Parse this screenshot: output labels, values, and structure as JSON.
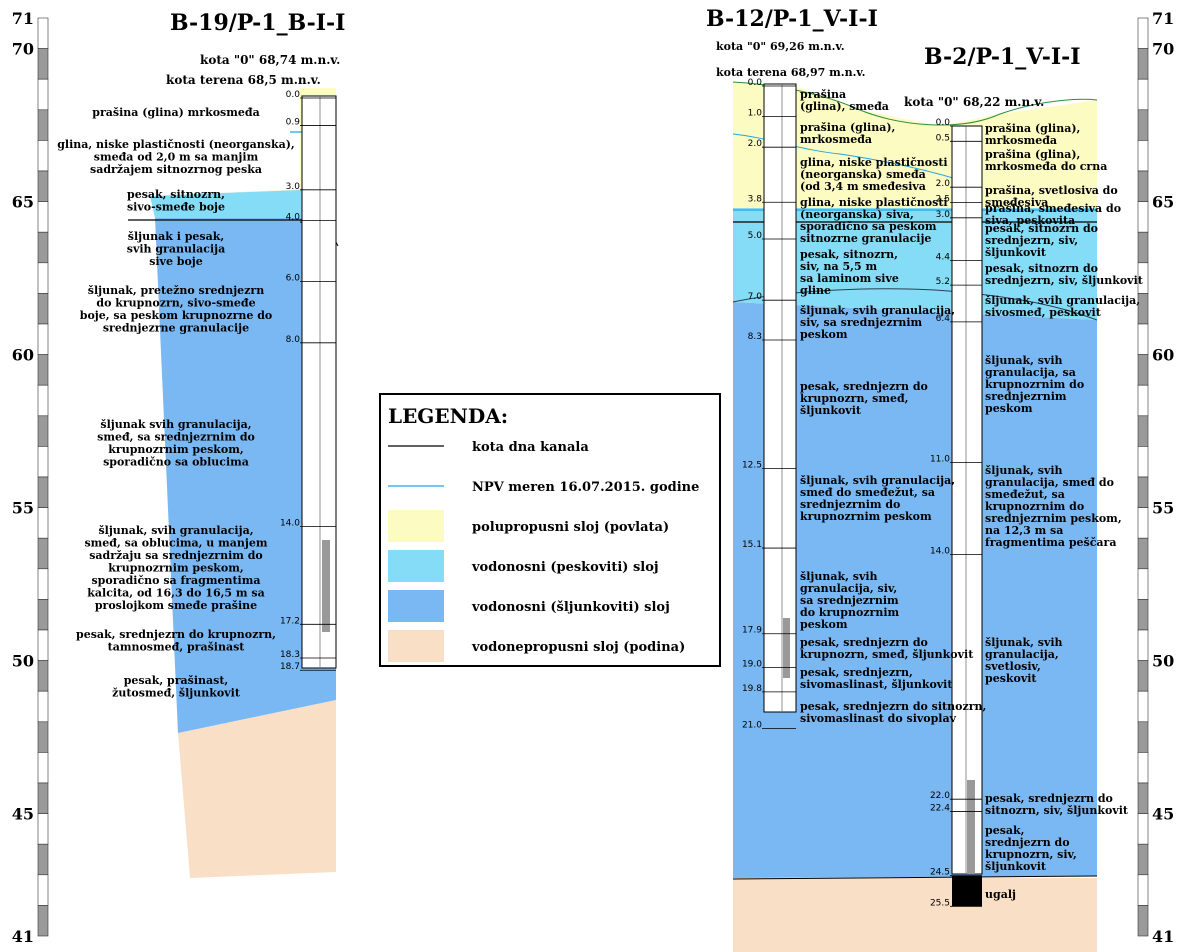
{
  "colors": {
    "clay": "#fbfbc2",
    "sand": "#85dcf7",
    "gravel": "#7ab8f4",
    "bedrock": "#fadfc7",
    "canal_line": "#000000",
    "water_line": "#1ea7e8"
  },
  "scale_left": {
    "labels": [
      "71",
      "70",
      "65",
      "60",
      "55",
      "50",
      "45",
      "41"
    ]
  },
  "scale_right": {
    "labels": [
      "71",
      "70",
      "65",
      "60",
      "55",
      "50",
      "45",
      "41"
    ]
  },
  "bh1": {
    "title": "B-19/P-1_B-I-I",
    "zero_level": "kota \"0\" 68,74 m.n.v.",
    "terrain_level": "kota terena 68,5 m.n.v.",
    "depths": [
      "0.0",
      "0.9",
      "3.0",
      "4.0",
      "6.0",
      "8.0",
      "14.0",
      "17.2",
      "18.3",
      "18.7"
    ],
    "descriptions": [
      [
        "prašina (glina) mrkosmeđa"
      ],
      [
        "glina, niske plastičnosti (neorganska),",
        "smeđa od 2,0 m sa manjim",
        "sadržajem sitnozrnog peska"
      ],
      [
        "pesak, sitnozrn,",
        "sivo-smeđe boje"
      ],
      [
        "šljunak i pesak,",
        "svih granulacija",
        "sive boje"
      ],
      [
        "šljunak, pretežno srednjezrn",
        "do krupnozrn, sivo-smeđe",
        "boje, sa peskom krupnozrne do",
        "srednjezrne granulacije"
      ],
      [
        "šljunak svih granulacija,",
        "smeđ, sa srednjezrnim do",
        "krupnozrnim peskom,",
        "sporadično sa oblucima"
      ],
      [
        "šljunak, svih granulacija,",
        "smeđ, sa oblucima, u manjem",
        "sadržaju sa srednjezrnim do",
        "krupnozrnim peskom,",
        "sporadično sa fragmentima",
        "kalcita, od 16,3 do 16,5 m sa",
        "proslojkom smeđe prašine"
      ],
      [
        "pesak, srednjezrn do krupnozrn,",
        "tamnosmeđ, prašinast"
      ],
      [
        "pesak, prašinast,",
        "žutosmeđ, šljunkovit"
      ]
    ]
  },
  "bh2": {
    "title": "B-12/P-1_V-I-I",
    "zero_level": "kota \"0\" 69,26 m.n.v.",
    "terrain_level": "kota terena  68,97 m.n.v.",
    "depths": [
      "0.0",
      "1.0",
      "2.0",
      "3.8",
      "5.0",
      "7.0",
      "8.3",
      "12.5",
      "15.1",
      "17.9",
      "19.0",
      "19.8",
      "21.0"
    ],
    "descriptions": [
      [
        "prašina",
        "(glina), smeđa"
      ],
      [
        "prašina (glina),",
        "mrkosmeđa"
      ],
      [
        "glina, niske plastičnosti",
        "(neorganska) smeđa",
        "(od 3,4 m smeđesiva"
      ],
      [
        "glina, niske plastičnosti",
        "(neorganska) siva,",
        "sporadično sa peskom",
        "sitnozrne granulacije"
      ],
      [
        "pesak, sitnozrn,",
        "siv, na 5,5 m",
        "sa laminom sive",
        "gline"
      ],
      [
        "šljunak, svih granulacija,",
        "siv, sa srednjezrnim",
        "peskom"
      ],
      [
        "pesak, srednjezrn do",
        "krupnozrn, smeđ,",
        "šljunkovit"
      ],
      [
        "šljunak, svih granulacija,",
        "smeđ do smeđežut, sa",
        "srednjezrnim do",
        "krupnozrnim peskom"
      ],
      [
        "šljunak, svih",
        "granulacija, siv,",
        "sa srednjezrnim",
        "do krupnozrnim",
        "peskom"
      ],
      [
        "pesak, srednjezrn do",
        "krupnozrn, smeđ, šljunkovit"
      ],
      [
        "pesak, srednjezrn,",
        "sivomaslinast, šljunkovit"
      ],
      [
        "pesak, srednjezrn do sitnozrn,",
        "sivomaslinast do sivoplav"
      ]
    ]
  },
  "bh3": {
    "title": "B-2/P-1_V-I-I",
    "zero_level": "kota \"0\" 68,22 m.n.v.",
    "depths": [
      "0.0",
      "0.5",
      "2.0",
      "2.5",
      "3.0",
      "4.4",
      "5.2",
      "6.4",
      "11.0",
      "14.0",
      "22.0",
      "22.4",
      "24.5",
      "25.5"
    ],
    "descriptions": [
      [
        "prašina (glina),",
        "mrkosmeđa"
      ],
      [
        "prašina (glina),",
        "mrkosmeđa do crna"
      ],
      [
        "prašina, svetlosiva do",
        "smeđesiva"
      ],
      [
        "prašina, smeđesiva do",
        "siva, peskovita"
      ],
      [
        "pesak, sitnozrn do",
        "srednjezrn, siv,",
        "šljunkovit"
      ],
      [
        "pesak, sitnozrn do",
        "srednjezrn, siv, šljunkovit"
      ],
      [
        "šljunak, svih granulacija,",
        "sivosmeđ, peskovit"
      ],
      [
        "šljunak, svih",
        "granulacija, sa",
        "krupnozrnim do",
        "srednjezrnim",
        "peskom"
      ],
      [
        "šljunak, svih",
        "granulacija, smeđ do",
        "smeđežut, sa",
        "krupnozrnim do",
        "srednjezrnim peskom,",
        "na 12,3 m sa",
        "fragmentima peščara"
      ],
      [
        "šljunak, svih",
        "granulacija,",
        "svetlosiv,",
        "peskovit"
      ],
      [
        "pesak, srednjezrn do",
        "sitnozrn, siv, šljunkovit"
      ],
      [
        "pesak,",
        "srednjezrn do",
        "krupnozrn, siv,",
        "šljunkovit"
      ],
      [
        "ugalj"
      ]
    ]
  },
  "legend": {
    "title": "LEGENDA:",
    "items": [
      {
        "kind": "line",
        "color": "#000000",
        "label": "kota dna kanala"
      },
      {
        "kind": "line",
        "color": "#1ea7e8",
        "label": "NPV meren 16.07.2015. godine"
      },
      {
        "kind": "box",
        "color": "#fbfbc2",
        "label": "polupropusni sloj (povlata)"
      },
      {
        "kind": "box",
        "color": "#85dcf7",
        "label": "vodonosni (peskoviti) sloj"
      },
      {
        "kind": "box",
        "color": "#7ab8f4",
        "label": "vodonosni (šljunkoviti) sloj"
      },
      {
        "kind": "box",
        "color": "#fadfc7",
        "label": "vodonepropusni sloj (podina)"
      }
    ]
  }
}
